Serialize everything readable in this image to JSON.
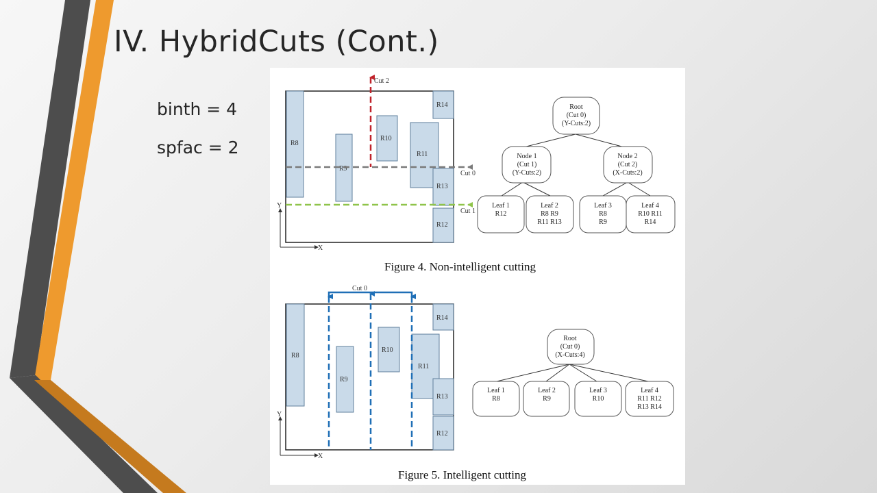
{
  "slide": {
    "title": "IV. HybridCuts (Cont.)",
    "params": [
      "binth = 4",
      "spfac = 2"
    ]
  },
  "colors": {
    "accent_orange": "#ee9a2e",
    "accent_dark_gray": "#4d4d4d",
    "rule_fill": "#c9dae9",
    "cut_red": "#c0222a",
    "cut_gray": "#7a7a7a",
    "cut_green": "#8fc44a",
    "cut_blue": "#1f6fb6"
  },
  "figure4": {
    "caption": "Figure 4. Non-intelligent cutting",
    "rules": [
      "R8",
      "R9",
      "R10",
      "R11",
      "R12",
      "R13",
      "R14"
    ],
    "axis_x": "X",
    "axis_y": "Y",
    "cuts": {
      "cut2": "Cut 2",
      "cut0": "Cut 0",
      "cut1": "Cut 1"
    },
    "tree": {
      "root": [
        "Root",
        "(Cut 0)",
        "(Y-Cuts:2)"
      ],
      "node1": [
        "Node 1",
        "(Cut 1)",
        "(Y-Cuts:2)"
      ],
      "node2": [
        "Node 2",
        "(Cut 2)",
        "(X-Cuts:2)"
      ],
      "leaf1": [
        "Leaf 1",
        "R12"
      ],
      "leaf2": [
        "Leaf 2",
        "R8 R9",
        "R11 R13"
      ],
      "leaf3": [
        "Leaf 3",
        "R8",
        "R9"
      ],
      "leaf4": [
        "Leaf 4",
        "R10 R11",
        "R14"
      ]
    }
  },
  "figure5": {
    "caption": "Figure 5. Intelligent cutting",
    "rules": [
      "R8",
      "R9",
      "R10",
      "R11",
      "R12",
      "R13",
      "R14"
    ],
    "axis_x": "X",
    "axis_y": "Y",
    "cuts": {
      "cut0": "Cut 0"
    },
    "tree": {
      "root": [
        "Root",
        "(Cut 0)",
        "(X-Cuts:4)"
      ],
      "leaf1": [
        "Leaf 1",
        "R8"
      ],
      "leaf2": [
        "Leaf 2",
        "R9"
      ],
      "leaf3": [
        "Leaf 3",
        "R10"
      ],
      "leaf4": [
        "Leaf 4",
        "R11 R12",
        "R13 R14"
      ]
    }
  }
}
